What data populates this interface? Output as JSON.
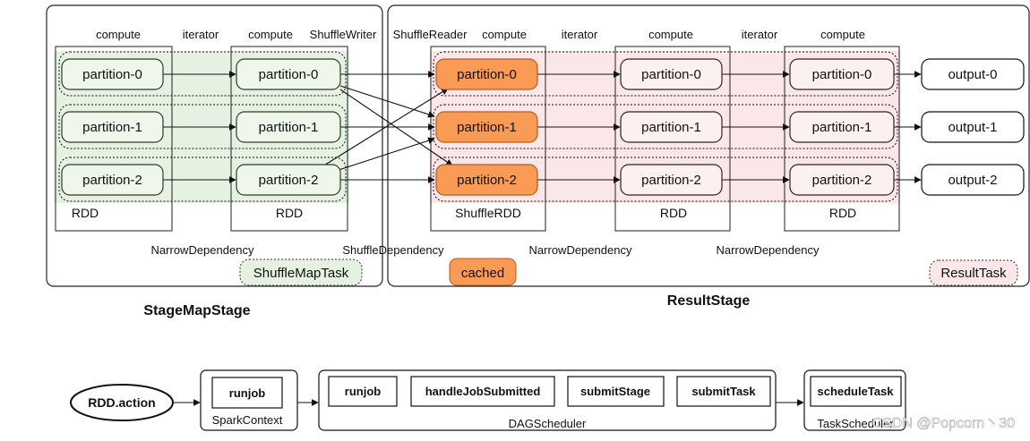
{
  "colors": {
    "map_fill": "#e6f2e1",
    "map_part_fill": "#eef7ea",
    "result_fill": "#fbe7e9",
    "result_part_fill": "#fdf0f1",
    "cached_fill": "#f99a55",
    "cached_stroke": "#b85a1b"
  },
  "map_stage": {
    "title": "StageMapStage",
    "rdd1": {
      "compute": "compute",
      "label": "RDD",
      "partitions": [
        "partition-0",
        "partition-1",
        "partition-2"
      ]
    },
    "iterator": "iterator",
    "rdd2": {
      "compute": "compute",
      "writer": "ShuffleWriter",
      "label": "RDD",
      "partitions": [
        "partition-0",
        "partition-1",
        "partition-2"
      ]
    },
    "narrow_dep": "NarrowDependency",
    "task": "ShuffleMapTask"
  },
  "shuffle_dep": "ShuffleDependency",
  "result_stage": {
    "title": "ResultStage",
    "shuffle_rdd": {
      "reader": "ShuffleReader",
      "compute": "compute",
      "label": "ShuffleRDD",
      "partitions": [
        "partition-0",
        "partition-1",
        "partition-2"
      ]
    },
    "iterator1": "iterator",
    "rdd2": {
      "compute": "compute",
      "label": "RDD",
      "partitions": [
        "partition-0",
        "partition-1",
        "partition-2"
      ]
    },
    "iterator2": "iterator",
    "rdd3": {
      "compute": "compute",
      "label": "RDD",
      "partitions": [
        "partition-0",
        "partition-1",
        "partition-2"
      ]
    },
    "outputs": [
      "output-0",
      "output-1",
      "output-2"
    ],
    "narrow_dep1": "NarrowDependency",
    "narrow_dep2": "NarrowDependency",
    "cached": "cached",
    "task": "ResultTask"
  },
  "flow": {
    "action": "RDD.action",
    "spark_context": {
      "inner": "runjob",
      "label": "SparkContext"
    },
    "dag": {
      "items": [
        "runjob",
        "handleJobSubmitted",
        "submitStage",
        "submitTask"
      ],
      "label": "DAGScheduler"
    },
    "task_scheduler": {
      "inner": "scheduleTask",
      "label": "TaskScheduler"
    }
  },
  "watermark": "CSDN @Popcorn丶30"
}
